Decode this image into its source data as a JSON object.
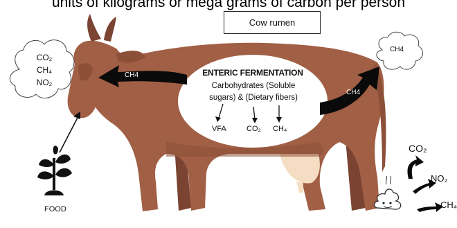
{
  "caption": "units of kilograms or mega grams of carbon per person",
  "title": "Cow rumen",
  "left_cloud": {
    "lines": [
      "CO₂",
      "CH₄",
      "NO₂"
    ]
  },
  "right_cloud": {
    "text": "CH4"
  },
  "left_arrow_label": "CH4",
  "right_arrow_label": "CH4",
  "fermentation": {
    "title": "ENTERIC FERMENTATION",
    "line1": "Carbohydrates (Soluble",
    "line2": "sugars) & (Dietary fibers)",
    "products": [
      "VFA",
      "CO₂",
      "CH₄"
    ]
  },
  "food_label": "FOOD",
  "manure_emissions": [
    "CO₂",
    "NO₂",
    "CH₄"
  ],
  "colors": {
    "cow_body": "#a15f45",
    "cow_dark": "#7a4332",
    "udder": "#f4ddc2",
    "arrow": "#0a0a0a"
  }
}
